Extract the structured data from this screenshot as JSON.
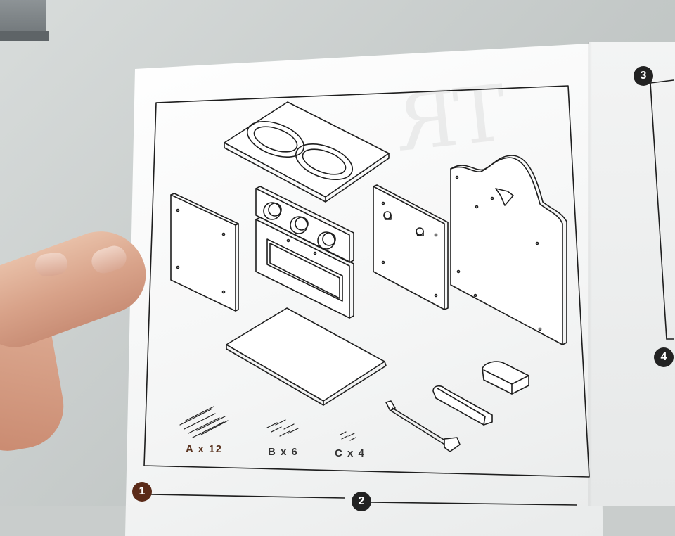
{
  "steps": [
    "1",
    "2",
    "3",
    "4"
  ],
  "hardware": [
    {
      "label": "A x 12"
    },
    {
      "label": "B x 6"
    },
    {
      "label": "C x 4"
    }
  ],
  "watermark": "TR"
}
